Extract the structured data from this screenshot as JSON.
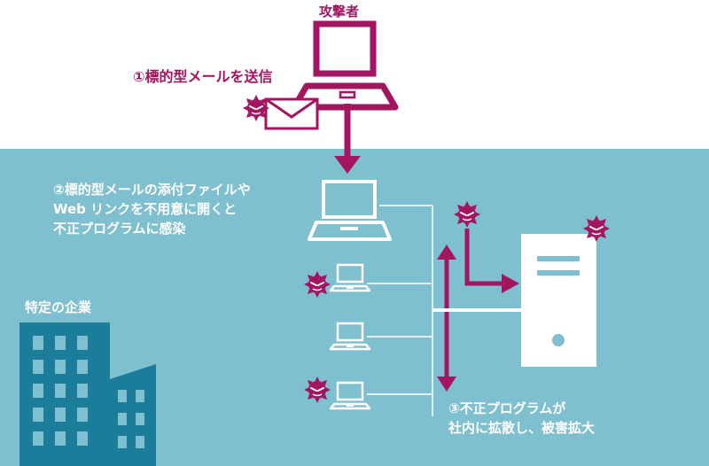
{
  "attacker": {
    "label": "攻撃者"
  },
  "steps": {
    "step1": "①標的型メールを送信",
    "step2": [
      "②標的型メールの添付ファイルや",
      "Web リンクを不用意に開くと",
      "不正プログラムに感染"
    ],
    "step3": [
      "③不正プログラムが",
      "社内に拡散し、被害拡大"
    ]
  },
  "company": {
    "label": "特定の企業"
  },
  "colors": {
    "magenta": "#a3155f",
    "corp_bg": "#7fc0d0",
    "building": "#1c7d9b",
    "white": "#ffffff"
  },
  "icons": [
    "laptop-icon",
    "envelope-icon",
    "virus-icon",
    "server-icon",
    "building-icon"
  ]
}
